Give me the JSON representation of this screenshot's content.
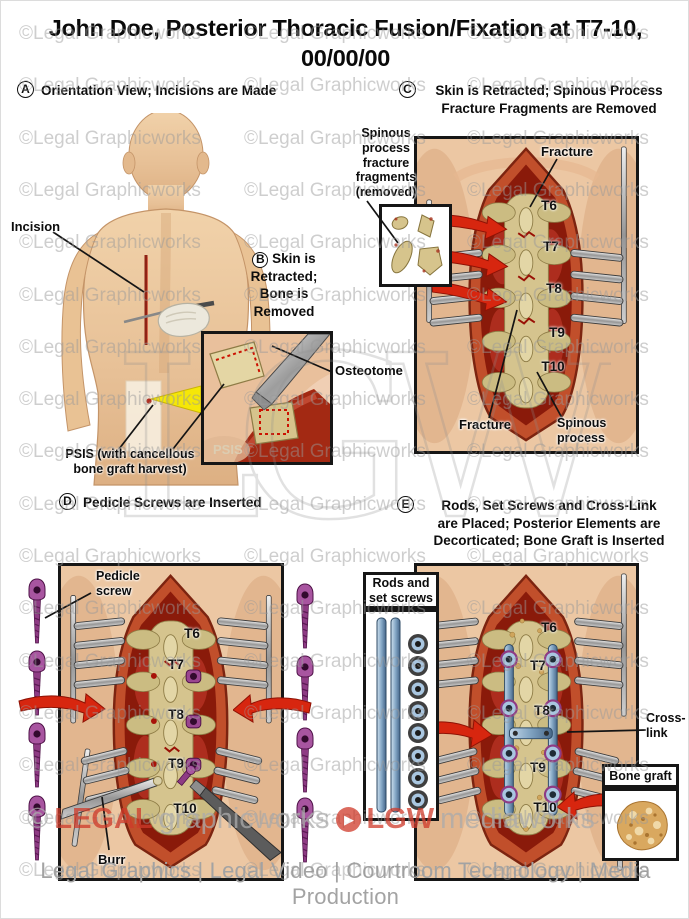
{
  "title": {
    "line1": "John Doe, Posterior Thoracic Fusion/Fixation at T7-10,",
    "line2": "00/00/00"
  },
  "panels": {
    "a": {
      "letter": "A",
      "heading": "Orientation View; Incisions are Made",
      "labels": {
        "incision": "Incision",
        "psis": "PSIS (with cancellous bone graft harvest)"
      }
    },
    "b": {
      "letter": "B",
      "heading_lines": [
        "Skin is",
        "Retracted;",
        "Bone is",
        "Removed"
      ],
      "labels": {
        "osteotome": "Osteotome",
        "psis": "PSIS"
      }
    },
    "c": {
      "letter": "C",
      "heading_lines": [
        "Skin is Retracted; Spinous Process",
        "Fracture Fragments are Removed"
      ],
      "labels": {
        "fragments": "Spinous process fracture fragments (removed)",
        "fracture_top": "Fracture",
        "fracture_bottom": "Fracture",
        "spinous_process": "Spinous process"
      },
      "vertebrae": [
        "T6",
        "T7",
        "T8",
        "T9",
        "T10"
      ]
    },
    "d": {
      "letter": "D",
      "heading": "Pedicle Screws are Inserted",
      "labels": {
        "pedicle_screw": "Pedicle screw",
        "burr": "Burr"
      },
      "vertebrae": [
        "T6",
        "T7",
        "T8",
        "T9",
        "T10"
      ]
    },
    "e": {
      "letter": "E",
      "heading_lines": [
        "Rods, Set Screws and Cross-Link",
        "are Placed; Posterior Elements are",
        "Decorticated; Bone Graft is Inserted"
      ],
      "labels": {
        "rods_set_screws": "Rods and set screws",
        "cross_link": "Cross-link",
        "bone_graft": "Bone graft"
      },
      "vertebrae": [
        "T6",
        "T7",
        "T8",
        "T9",
        "T10"
      ]
    }
  },
  "watermarks": {
    "tile_text": "©Legal Graphicworks",
    "big_text": "LGW",
    "bottom": {
      "copyright": "©",
      "brand_red_1": "LEGAL",
      "brand_gray_1": "graphicworks",
      "play_icon": "▶",
      "brand_red_2": "LGW",
      "brand_gray_2": "mediaworks"
    }
  },
  "footer": {
    "text": "Legal Graphics | Legal Video | Courtroom Technology | Media Production"
  },
  "colors": {
    "arrow_red": "#d7260f",
    "screw_purple": "#9a4690",
    "rod_blue": "#8fb0cf",
    "bone": "#d6c48c",
    "wound_red": "#8a1a0a",
    "watermark_gray": "#9a9a9a",
    "watermark_red": "#cf3a2a"
  }
}
